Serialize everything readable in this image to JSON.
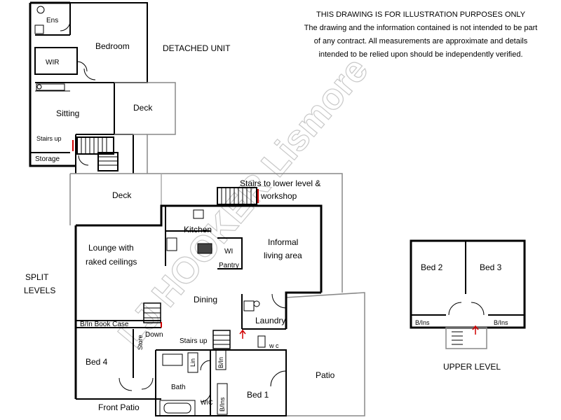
{
  "disclaimer": {
    "line1": "THIS DRAWING IS FOR ILLUSTRATION PURPOSES ONLY",
    "line2": "The drawing and the information contained is not intended to be part",
    "line3": "of any contract.  All measurements are approximate and details",
    "line4": "intended to be relied upon should be independently verified."
  },
  "watermark": "LJ HOOKER Lismore",
  "labels": {
    "ens": "Ens",
    "bedroom": "Bedroom",
    "detached_unit": "DETACHED UNIT",
    "wir": "WIR",
    "sitting": "Sitting",
    "deck_upper": "Deck",
    "stairs_up_unit": "Stairs up",
    "storage": "Storage",
    "deck_main": "Deck",
    "stairs_lower_1": "Stairs to lower level &",
    "stairs_lower_2": "workshop",
    "kitchen": "Kitchen",
    "wi": "WI",
    "pantry": "Pantry",
    "informal_1": "Informal",
    "informal_2": "living area",
    "lounge_1": "Lounge with",
    "lounge_2": "raked ceilings",
    "split_1": "SPLIT",
    "split_2": "LEVELS",
    "dining": "Dining",
    "laundry": "Laundry",
    "book_case": "B/In Book Case",
    "down": "Down",
    "store": "Store",
    "stairs_up_main": "Stairs up",
    "wc": "w c",
    "bed4": "Bed 4",
    "lin": "Lin",
    "bin_hall": "B/In",
    "bath": "Bath",
    "wic": "WIC",
    "bin_bed1": "B/Ins",
    "bed1": "Bed 1",
    "patio": "Patio",
    "front_patio": "Front Patio",
    "bed2": "Bed 2",
    "bed3": "Bed 3",
    "bins_left": "B/Ins",
    "bins_right": "B/Ins",
    "upper_level": "UPPER LEVEL"
  }
}
